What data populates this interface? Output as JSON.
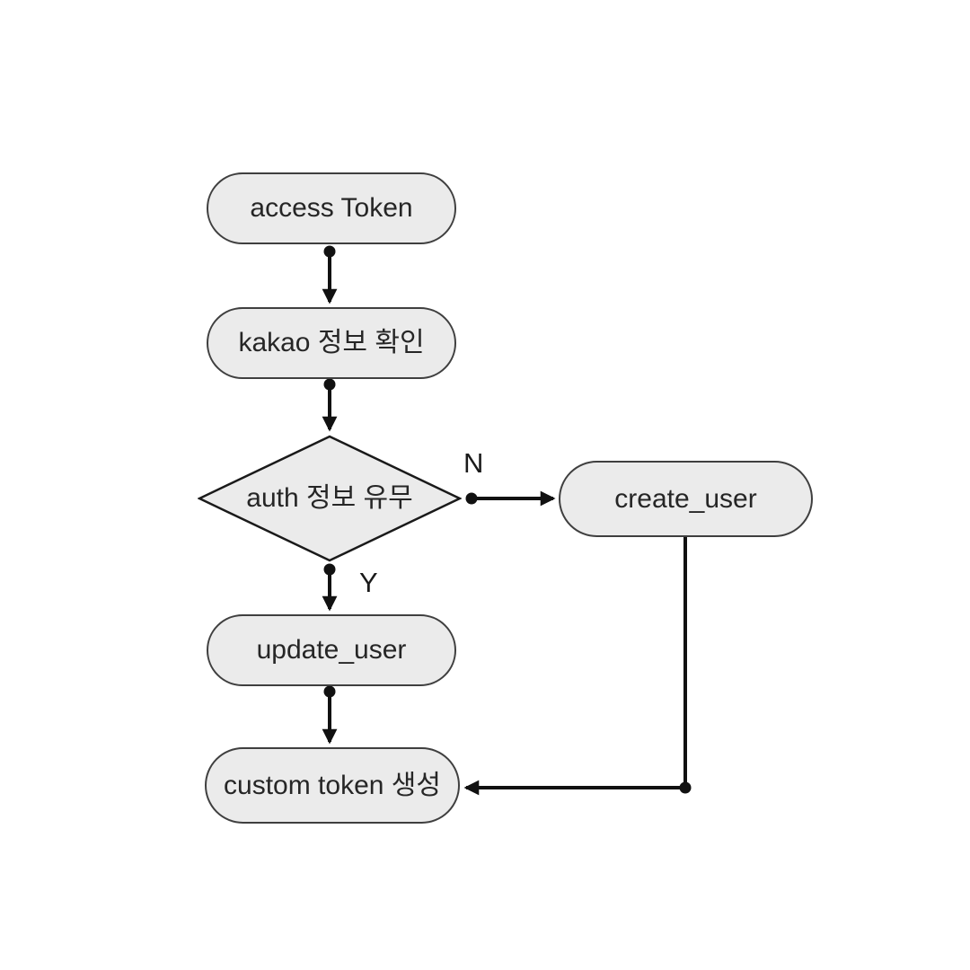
{
  "diagram": {
    "type": "flowchart",
    "background": "#ffffff",
    "node_fill": "#ebebeb",
    "node_border": "#3f3f3f",
    "connector_color": "#111111",
    "text_color": "#262626",
    "nodes": [
      {
        "id": "access-token",
        "shape": "rounded-pill",
        "label": "access Token"
      },
      {
        "id": "kakao-info-check",
        "shape": "rounded-pill",
        "label": "kakao 정보 확인"
      },
      {
        "id": "auth-info-decision",
        "shape": "diamond",
        "label": "auth 정보 유무"
      },
      {
        "id": "create-user",
        "shape": "rounded-pill",
        "label": "create_user"
      },
      {
        "id": "update-user",
        "shape": "rounded-pill",
        "label": "update_user"
      },
      {
        "id": "custom-token-generate",
        "shape": "rounded-pill",
        "label": "custom token 생성"
      }
    ],
    "edges": [
      {
        "from": "access-token",
        "to": "kakao-info-check",
        "label": ""
      },
      {
        "from": "kakao-info-check",
        "to": "auth-info-decision",
        "label": ""
      },
      {
        "from": "auth-info-decision",
        "to": "create-user",
        "label": "N"
      },
      {
        "from": "auth-info-decision",
        "to": "update-user",
        "label": "Y"
      },
      {
        "from": "update-user",
        "to": "custom-token-generate",
        "label": ""
      },
      {
        "from": "create-user",
        "to": "custom-token-generate",
        "label": ""
      }
    ],
    "edge_labels": {
      "no_branch": "N",
      "yes_branch": "Y"
    }
  }
}
